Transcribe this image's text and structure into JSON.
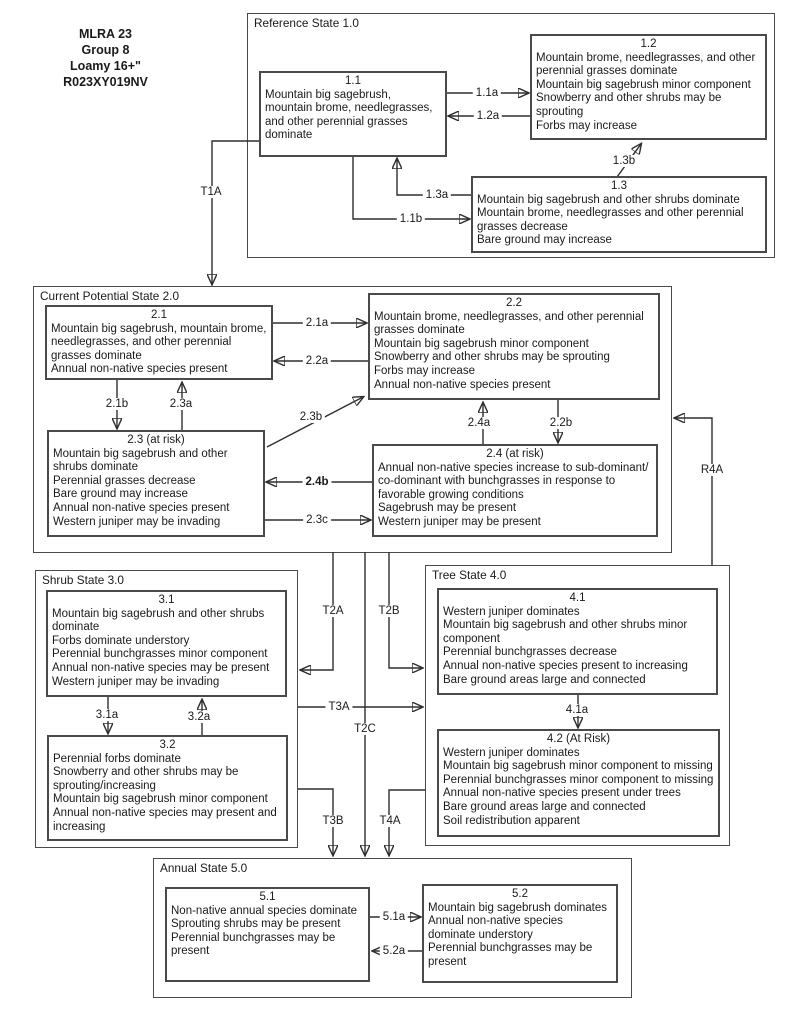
{
  "colors": {
    "line": "#2e2e2e",
    "text": "#1a1a1a",
    "background": "#ffffff"
  },
  "header": {
    "lines": [
      "MLRA 23",
      "Group 8",
      "Loamy 16+\"",
      "R023XY019NV"
    ]
  },
  "states": {
    "ref": {
      "label": "Reference State 1.0",
      "boxes": {
        "b11": {
          "title": "1.1",
          "lines": [
            "Mountain big sagebrush, mountain brome, needlegrasses, and other perennial grasses dominate"
          ]
        },
        "b12": {
          "title": "1.2",
          "lines": [
            "Mountain brome, needlegrasses, and other perennial grasses dominate",
            "Mountain big sagebrush minor component",
            "Snowberry and other shrubs may be sprouting",
            "Forbs may increase"
          ]
        },
        "b13": {
          "title": "1.3",
          "lines": [
            "Mountain big sagebrush and other shrubs dominate",
            "Mountain brome, needlegrasses and other perennial grasses decrease",
            "Bare ground may increase"
          ]
        }
      }
    },
    "cps": {
      "label": "Current Potential State 2.0",
      "boxes": {
        "b21": {
          "title": "2.1",
          "lines": [
            "Mountain big sagebrush, mountain brome, needlegrasses, and other perennial grasses dominate",
            "Annual non-native species present"
          ]
        },
        "b22": {
          "title": "2.2",
          "lines": [
            "Mountain brome, needlegrasses, and other perennial grasses dominate",
            "Mountain big sagebrush minor component",
            "Snowberry and other shrubs may be sprouting",
            "Forbs may increase",
            "Annual non-native species present"
          ]
        },
        "b23": {
          "title": "2.3 (at risk)",
          "lines": [
            "Mountain big sagebrush and other shrubs dominate",
            "Perennial grasses decrease",
            "Bare ground may increase",
            "Annual non-native species present",
            "Western juniper may be invading"
          ]
        },
        "b24": {
          "title": "2.4 (at risk)",
          "lines": [
            "Annual non-native species increase to sub-dominant/ co-dominant with bunchgrasses in response to favorable growing conditions",
            "Sagebrush may be present",
            "Western juniper may be present"
          ]
        }
      }
    },
    "shrub": {
      "label": "Shrub State 3.0",
      "boxes": {
        "b31": {
          "title": "3.1",
          "lines": [
            "Mountain big sagebrush and other shrubs dominate",
            "Forbs dominate understory",
            "Perennial bunchgrasses minor component",
            "Annual non-native species may be present",
            "Western juniper may be invading"
          ]
        },
        "b32": {
          "title": "3.2",
          "lines": [
            "Perennial forbs dominate",
            "Snowberry and other shrubs may be sprouting/increasing",
            "Mountain big sagebrush minor component",
            "Annual non-native species may present and increasing"
          ]
        }
      }
    },
    "tree": {
      "label": "Tree State 4.0",
      "boxes": {
        "b41": {
          "title": "4.1",
          "lines": [
            "Western juniper dominates",
            "Mountain big sagebrush and other shrubs minor component",
            "Perennial bunchgrasses decrease",
            "Annual non-native species present to increasing",
            "Bare ground areas large and connected"
          ]
        },
        "b42": {
          "title": "4.2 (At Risk)",
          "lines": [
            "Western juniper dominates",
            "Mountain big sagebrush minor component to missing",
            "Perennial bunchgrasses minor component to missing",
            "Annual non-native species present under trees",
            "Bare ground areas large and connected",
            "Soil redistribution apparent"
          ]
        }
      }
    },
    "annual": {
      "label": "Annual State 5.0",
      "boxes": {
        "b51": {
          "title": "5.1",
          "lines": [
            "Non-native annual species dominate",
            "Sprouting shrubs may be present",
            "Perennial bunchgrasses may be present"
          ]
        },
        "b52": {
          "title": "5.2",
          "lines": [
            "Mountain big sagebrush dominates",
            "Annual non-native species dominate understory",
            "Perennial bunchgrasses may be present"
          ]
        }
      }
    }
  },
  "arrows": {
    "a11a": "1.1a",
    "a12a": "1.2a",
    "a13a": "1.3a",
    "a11b": "1.1b",
    "a13b": "1.3b",
    "t1a": "T1A",
    "a21a": "2.1a",
    "a22a": "2.2a",
    "a21b": "2.1b",
    "a23a": "2.3a",
    "a23b": "2.3b",
    "a24a": "2.4a",
    "a22b": "2.2b",
    "a24b": "2.4b",
    "a23c": "2.3c",
    "r4a": "R4A",
    "t2a": "T2A",
    "t2b": "T2B",
    "t2c": "T2C",
    "t3a": "T3A",
    "t3b": "T3B",
    "t4a": "T4A",
    "a31a": "3.1a",
    "a32a": "3.2a",
    "a41a": "4.1a",
    "a51a": "5.1a",
    "a52a": "5.2a"
  }
}
